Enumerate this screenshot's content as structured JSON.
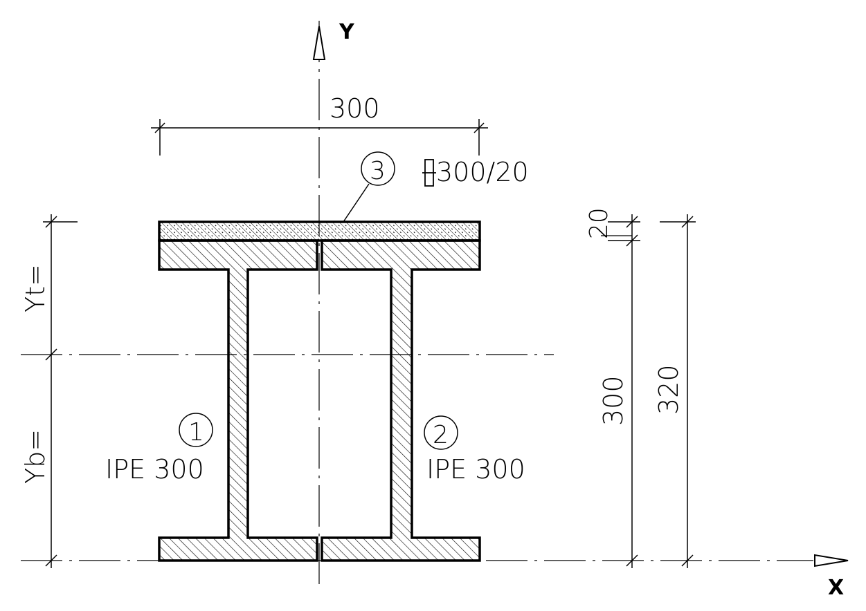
{
  "axes": {
    "y_label": "Y",
    "x_label": "X"
  },
  "dimensions": {
    "top_width": "300",
    "plate_thickness": "20",
    "beam_height": "300",
    "total_height": "320",
    "yt_label": "Yt=",
    "yb_label": "Yb="
  },
  "parts": [
    {
      "number": "1",
      "profile": "IPE 300"
    },
    {
      "number": "2",
      "profile": "IPE 300"
    },
    {
      "number": "3",
      "plate_spec": "300/20",
      "plate_symbol": "plate-section-symbol"
    }
  ]
}
